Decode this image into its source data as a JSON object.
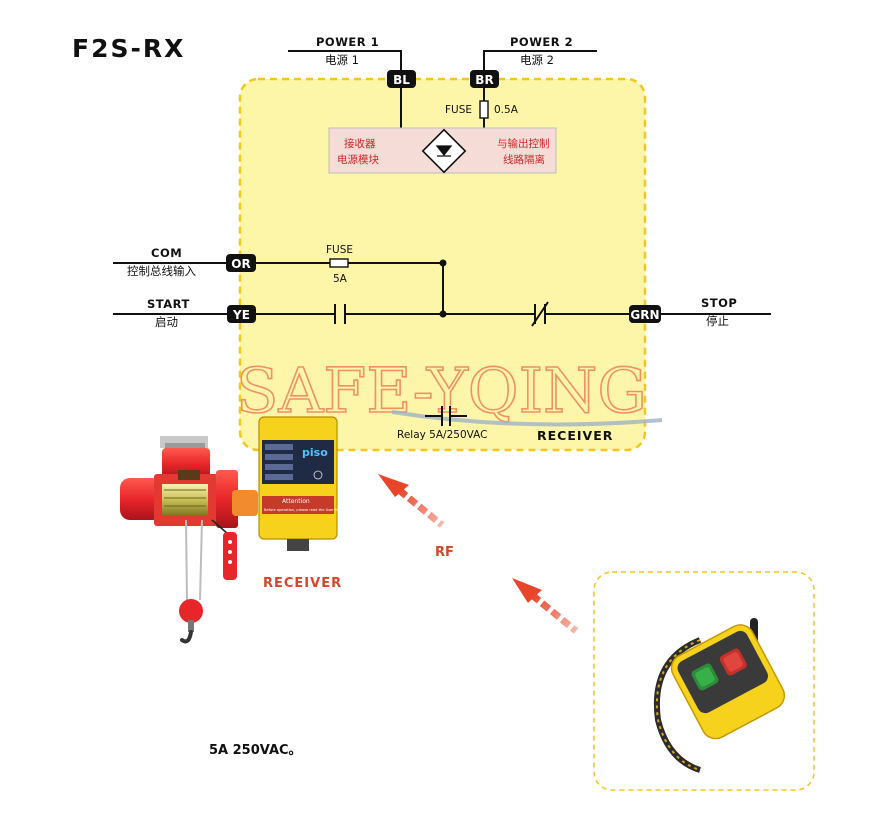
{
  "title": "F2S-RX",
  "power1": {
    "label": "POWER 1",
    "cn": "电源 1",
    "tag": "BL"
  },
  "power2": {
    "label": "POWER 2",
    "cn": "电源 2",
    "tag": "BR"
  },
  "fuse_top": {
    "label": "FUSE",
    "value": "0.5A"
  },
  "power_module": {
    "left_line1": "接收器",
    "left_line2": "电源模块",
    "right_line1": "与输出控制",
    "right_line2": "线路隔离"
  },
  "com": {
    "label": "COM",
    "cn": "控制总线输入",
    "tag": "OR"
  },
  "fuse_mid": {
    "label": "FUSE",
    "value": "5A"
  },
  "start": {
    "label": "START",
    "cn": "启动",
    "tag": "YE"
  },
  "stop": {
    "label": "STOP",
    "cn": "停止",
    "tag": "GRN"
  },
  "relay": {
    "label": "Relay 5A/250VAC"
  },
  "receiver_box_label": "RECEIVER",
  "watermark": "SAFE-YQING",
  "receiver_caption": "RECEIVER",
  "rf_label": "RF",
  "bottom_note": "5A 250VAC。",
  "receiver_device": {
    "brand": "piso",
    "attention_title": "Attention",
    "attention_text": "Before operation, please read the User Manual"
  },
  "colors": {
    "panel_fill": "#fdf6a8",
    "panel_border": "#f2c71e",
    "tag_bg": "#111111",
    "accent_red": "#d6452a",
    "device_yellow": "#f6d21c",
    "hoist_red": "#e8262a"
  }
}
